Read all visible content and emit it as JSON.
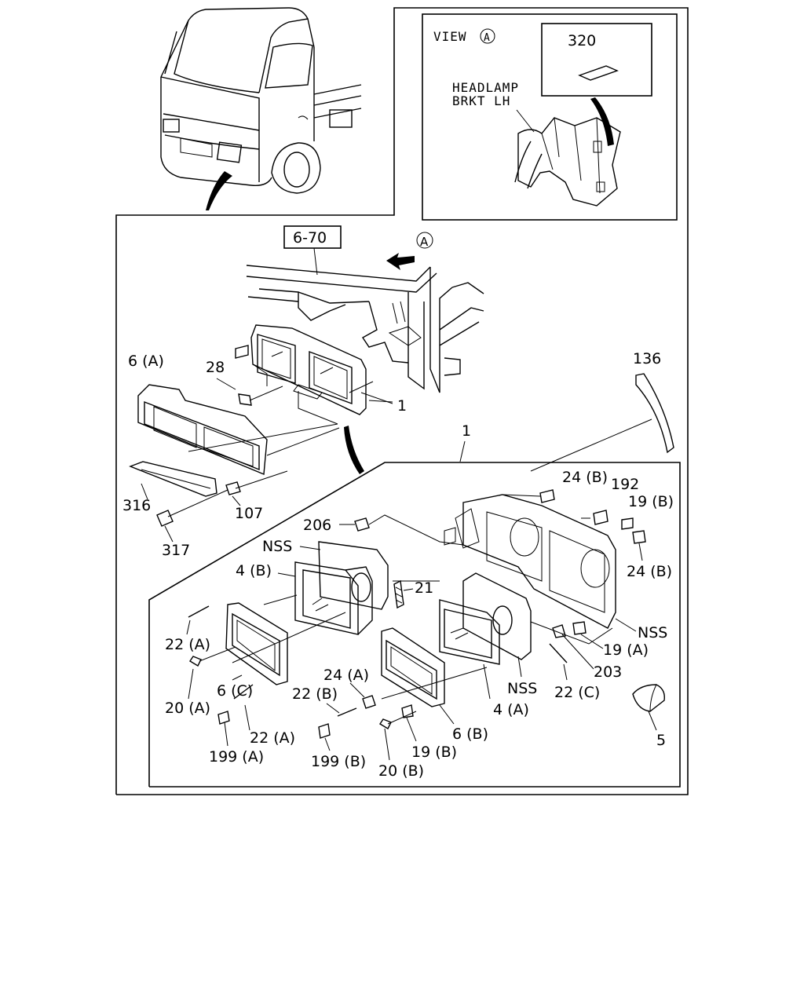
{
  "view_box": {
    "title": "VIEW",
    "marker": "A",
    "part_number": "320",
    "bracket_label_line1": "HEADLAMP",
    "bracket_label_line2": "BRKT LH"
  },
  "frame_ref": {
    "ref": "6-70",
    "marker": "A"
  },
  "labels": {
    "p6a": "6 (A)",
    "p28": "28",
    "p1_top": "1",
    "p136": "136",
    "p1_mid": "1",
    "p316": "316",
    "p107": "107",
    "p317": "317",
    "p24b_top": "24 (B)",
    "p192": "192",
    "p19b_top": "19 (B)",
    "p24b_right": "24 (B)",
    "p206": "206",
    "nss_top": "NSS",
    "p4b": "4 (B)",
    "p21": "21",
    "p22a_left": "22 (A)",
    "nss_right": "NSS",
    "p19a": "19 (A)",
    "p203": "203",
    "p6c": "6 (C)",
    "p20a": "20 (A)",
    "nss_mid": "NSS",
    "p22c": "22 (C)",
    "p24a": "24 (A)",
    "p22b": "22 (B)",
    "p4a": "4 (A)",
    "p22a_bottom": "22 (A)",
    "p6b": "6 (B)",
    "p5": "5",
    "p199a": "199 (A)",
    "p199b": "199 (B)",
    "p19b_bottom": "19 (B)",
    "p20b": "20 (B)"
  }
}
